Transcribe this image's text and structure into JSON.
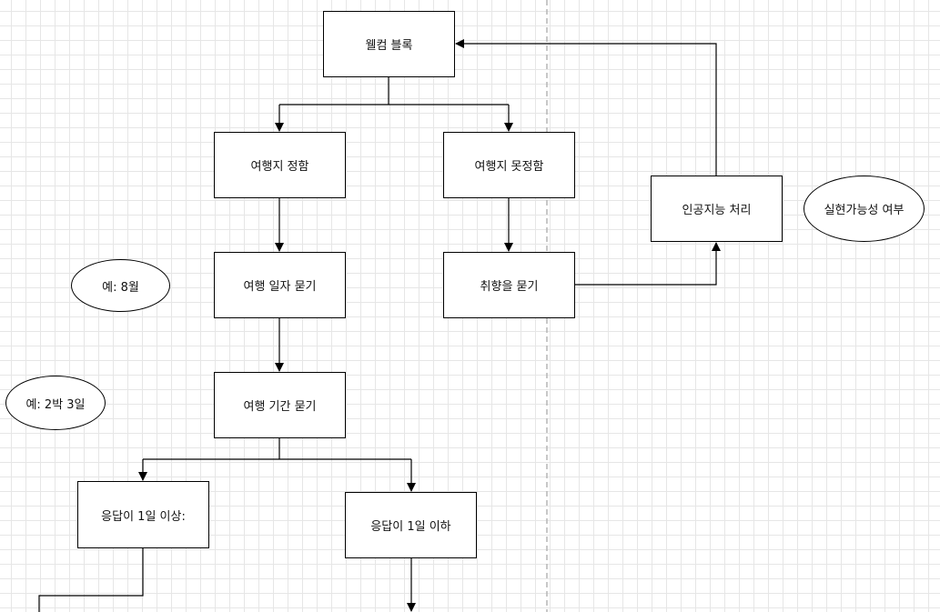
{
  "diagram": {
    "nodes": {
      "welcome": "웰컴 블록",
      "dest_decided": "여행지 정함",
      "dest_undecided": "여행지 못정함",
      "ask_date": "여행 일자 묻기",
      "ask_taste": "취향을 묻기",
      "ai_process": "인공지능 처리",
      "feasibility": "실현가능성 여부",
      "example_month": "예: 8월",
      "ask_duration": "여행 기간 묻기",
      "example_nights": "예: 2박 3일",
      "reply_over_one_day": "응답이 1일 이상:",
      "reply_under_one_day": "응답이 1일 이하"
    }
  }
}
